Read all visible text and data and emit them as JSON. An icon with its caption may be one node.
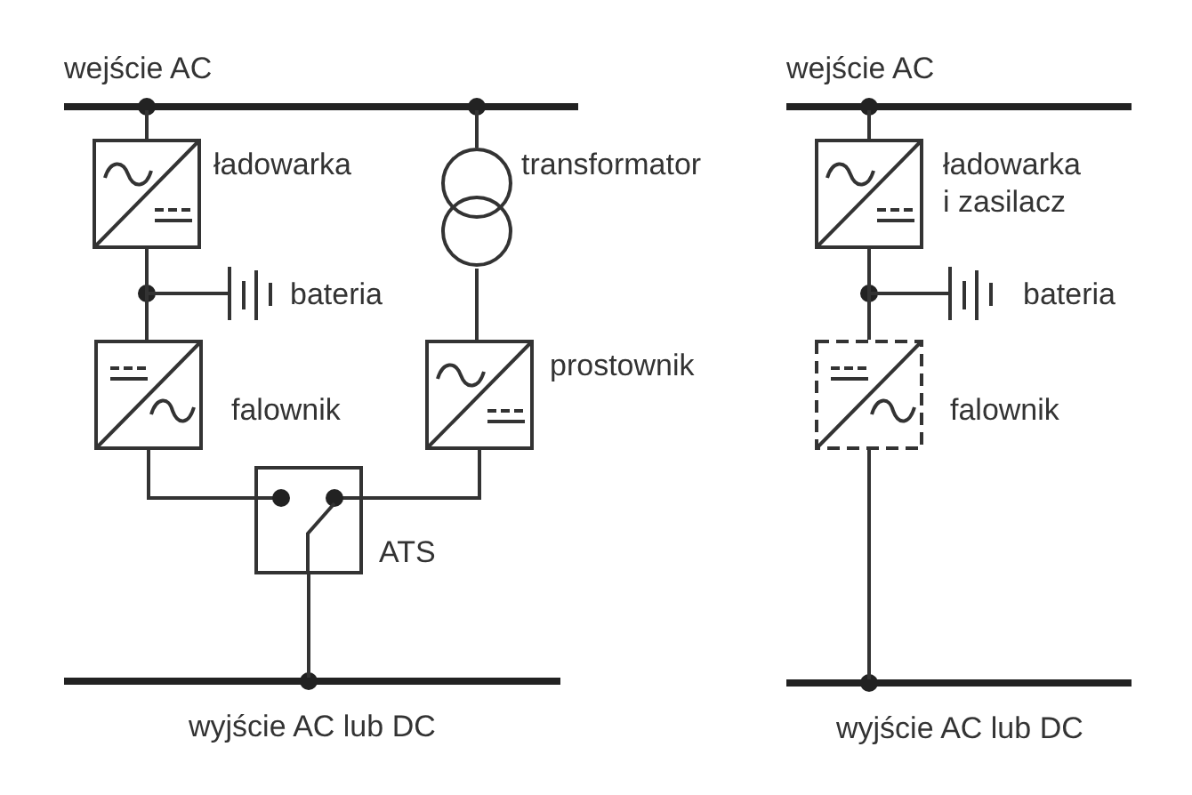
{
  "diagram": {
    "nodes": [
      {
        "text": [
          "wejście AC"
        ]
      },
      {
        "text": [
          "ładowarka"
        ]
      },
      {
        "text": [
          "transformator"
        ]
      },
      {
        "text": [
          "bateria"
        ]
      },
      {
        "text": [
          "falownik"
        ]
      },
      {
        "text": [
          "prostownik"
        ]
      },
      {
        "text": [
          "ATS"
        ]
      },
      {
        "text": [
          "wyjście AC lub DC"
        ]
      },
      {
        "text": [
          "wejście AC"
        ]
      },
      {
        "text": [
          "ładowarka i zasilacz"
        ]
      },
      {
        "text": [
          "bateria"
        ]
      },
      {
        "text": [
          "falownik"
        ]
      },
      {
        "text": [
          "wyjście AC lub DC"
        ]
      }
    ],
    "edges": [
      {
        "from": 0,
        "to": 1,
        "arrow": "none"
      },
      {
        "from": 0,
        "to": 2,
        "arrow": "none"
      },
      {
        "from": 1,
        "to": 3,
        "arrow": "none"
      },
      {
        "from": 1,
        "to": 4,
        "arrow": "none"
      },
      {
        "from": 2,
        "to": 5,
        "arrow": "none"
      },
      {
        "from": 4,
        "to": 6,
        "arrow": "none"
      },
      {
        "from": 5,
        "to": 6,
        "arrow": "none"
      },
      {
        "from": 6,
        "to": 7,
        "arrow": "none"
      },
      {
        "from": 8,
        "to": 9,
        "arrow": "none"
      },
      {
        "from": 9,
        "to": 10,
        "arrow": "none"
      },
      {
        "from": 9,
        "to": 11,
        "arrow": "none"
      },
      {
        "from": 11,
        "to": 12,
        "arrow": "none"
      }
    ]
  }
}
